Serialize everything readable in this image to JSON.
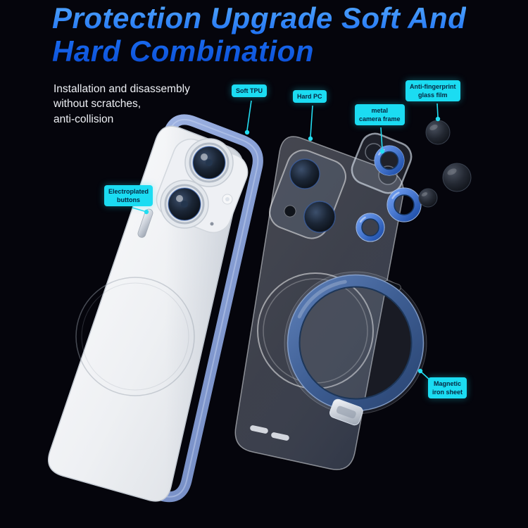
{
  "page": {
    "background_color": "#05050c",
    "accent_color": "#1bdcf2"
  },
  "header": {
    "title_lines": [
      "Protection Upgrade Soft  And",
      "Hard Combination"
    ],
    "title_gradient_top": "#55aaff",
    "title_gradient_bottom": "#0a4cd4",
    "subtitle_lines": [
      "Installation and disassembly",
      "without scratches,",
      "anti-collision"
    ],
    "subtitle_color": "#eef0f5"
  },
  "callouts": {
    "soft_tpu": {
      "lines": [
        "Soft TPU"
      ]
    },
    "hard_pc": {
      "lines": [
        "Hard PC"
      ]
    },
    "metal_camera_frame": {
      "lines": [
        "metal",
        "camera frame"
      ]
    },
    "anti_fingerprint_glass_film": {
      "lines": [
        "Anti-fingerprint",
        "glass film"
      ]
    },
    "electroplated_buttons": {
      "lines": [
        "Electroplated",
        "buttons"
      ]
    },
    "magnetic_iron_sheet": {
      "lines": [
        "Magnetic",
        "iron sheet"
      ]
    }
  },
  "illustration": {
    "parts": [
      "phone-body",
      "soft-tpu-frame",
      "hard-pc-back-case",
      "metal-camera-frame",
      "camera-lens-rings",
      "anti-fingerprint-glass-films",
      "magnetic-ring-holder",
      "electroplated-side-button",
      "kickstand-bracket"
    ],
    "colors": {
      "tpu_frame_blue": "#8ca3d8",
      "phone_body_silver": "#eef0f3",
      "clear_case_gray": "#aab4c8",
      "lens_ring_blue": "#2f6fd8",
      "magnet_ring_blue": "#3d5d92",
      "glass_film_dark": "#14171d"
    }
  }
}
